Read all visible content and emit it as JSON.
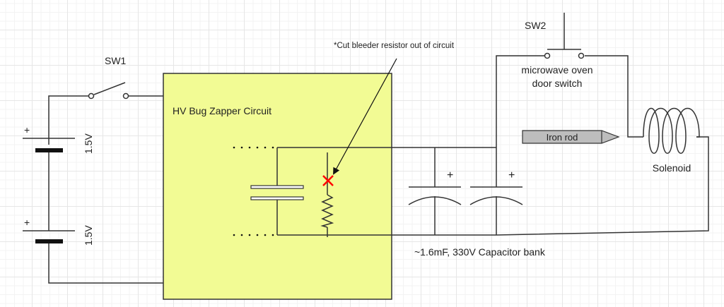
{
  "colors": {
    "wire": "#333333",
    "zapper_fill": "#f2fb94",
    "cut_mark": "#ff0000",
    "rod_fill": "#bdbdbd",
    "text": "#222222"
  },
  "switches": {
    "sw1": {
      "label": "SW1",
      "type": "toggle"
    },
    "sw2": {
      "label": "SW2",
      "type": "push-button",
      "description_line1": "microwave oven",
      "description_line2": "door switch"
    }
  },
  "batteries": [
    {
      "voltage": "1.5V",
      "polarity": "+"
    },
    {
      "voltage": "1.5V",
      "polarity": "+"
    }
  ],
  "zapper": {
    "title": "HV Bug Zapper Circuit",
    "annotation": "*Cut bleeder resistor out of circuit",
    "cut_marker": "X"
  },
  "capacitor_bank": {
    "label": "~1.6mF, 330V Capacitor bank",
    "capacitors": [
      {
        "polarity": "+"
      },
      {
        "polarity": "+"
      }
    ]
  },
  "solenoid": {
    "label": "Solenoid",
    "turns": 4
  },
  "iron_rod": {
    "label": "Iron rod"
  }
}
